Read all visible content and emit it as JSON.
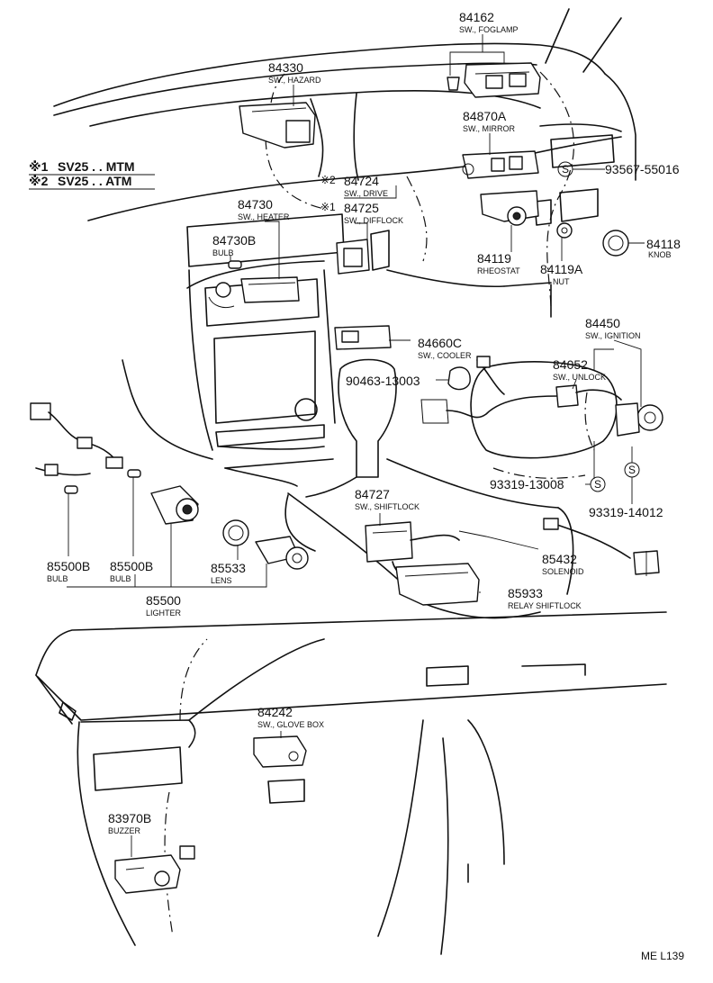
{
  "legend": {
    "line1_mark": "※1",
    "line1_text": "SV25 . . MTM",
    "line2_mark": "※2",
    "line2_text": "SV25 . . ATM"
  },
  "parts": {
    "p84162": {
      "num": "84162",
      "desc": "SW., FOGLAMP"
    },
    "p84330": {
      "num": "84330",
      "desc": "SW., HAZARD"
    },
    "p84870A": {
      "num": "84870A",
      "desc": "SW., MIRROR"
    },
    "p93567": {
      "num": "93567-55016"
    },
    "p84724": {
      "mark": "※2",
      "num": "84724",
      "desc": "SW., DRIVE"
    },
    "p84725": {
      "mark": "※1",
      "num": "84725",
      "desc": "SW., DIFFLOCK"
    },
    "p84730": {
      "num": "84730",
      "desc": "SW., HEATER"
    },
    "p84730B": {
      "num": "84730B",
      "desc": "BULB"
    },
    "p84118": {
      "num": "84118",
      "desc": "KNOB"
    },
    "p84119": {
      "num": "84119",
      "desc": "RHEOSTAT"
    },
    "p84119A": {
      "num": "84119A",
      "desc": "NUT"
    },
    "p84450": {
      "num": "84450",
      "desc": "SW., IGNITION"
    },
    "p84660C": {
      "num": "84660C",
      "desc": "SW., COOLER"
    },
    "p84052": {
      "num": "84052",
      "desc": "SW., UNLOCK"
    },
    "p90463": {
      "num": "90463-13003"
    },
    "p93319a": {
      "num": "93319-13008"
    },
    "p93319b": {
      "num": "93319-14012"
    },
    "p84727": {
      "num": "84727",
      "desc": "SW., SHIFTLOCK"
    },
    "p85500B1": {
      "num": "85500B",
      "desc": "BULB"
    },
    "p85500B2": {
      "num": "85500B",
      "desc": "BULB"
    },
    "p85533": {
      "num": "85533",
      "desc": "LENS"
    },
    "p85500": {
      "num": "85500",
      "desc": "LIGHTER"
    },
    "p85432": {
      "num": "85432",
      "desc": "SOLENOID"
    },
    "p85933": {
      "num": "85933",
      "desc": "RELAY SHIFTLOCK"
    },
    "p84242": {
      "num": "84242",
      "desc": "SW., GLOVE BOX"
    },
    "p83970B": {
      "num": "83970B",
      "desc": "BUZZER"
    }
  },
  "symbols": {
    "s_mark": "S"
  },
  "footer": {
    "code": "ME L139"
  }
}
